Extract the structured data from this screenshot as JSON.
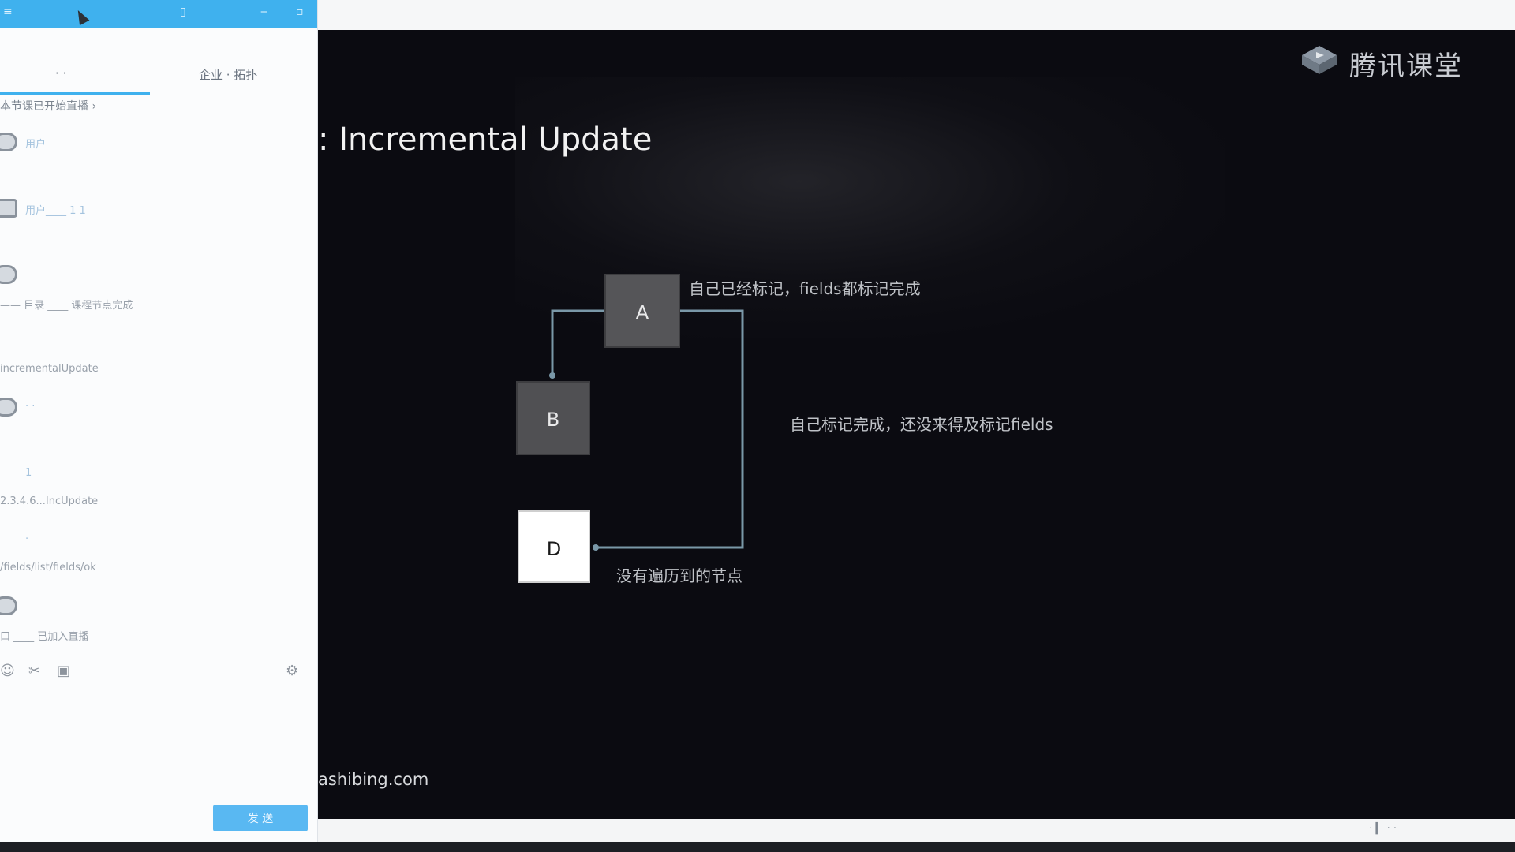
{
  "window": {
    "titlebar_glyphs": [
      "≡",
      "▯",
      "‒",
      "▫"
    ]
  },
  "sidebar": {
    "tabs": [
      "·  ·",
      "企业 · 拓扑"
    ],
    "notice": "本节课已开始直播 ›",
    "messages": [
      {
        "name": "用户",
        "text": ""
      },
      {
        "name": "用户____  1  1",
        "text": ""
      },
      {
        "name": "",
        "text": "—— 目录 ____ 课程节点完成"
      },
      {
        "name": "",
        "text": "incrementalUpdate"
      },
      {
        "name": "·  ·",
        "text": "—"
      },
      {
        "name": "1",
        "text": "2.3.4.6...IncUpdate"
      },
      {
        "name": "·",
        "text": "/fields/list/fields/ok"
      },
      {
        "name": "",
        "text": "口 ____  已加入直播"
      }
    ],
    "tools": [
      "smile-icon",
      "scissors-icon",
      "image-icon",
      "settings-icon"
    ],
    "send_label": "发 送"
  },
  "slide": {
    "logo_text": "腾讯课堂",
    "title": ": Incremental Update",
    "nodes": [
      {
        "id": "A",
        "label": "A",
        "fill": "#555558"
      },
      {
        "id": "B",
        "label": "B",
        "fill": "#505053"
      },
      {
        "id": "D",
        "label": "D",
        "fill": "#ffffff"
      }
    ],
    "annotations": {
      "a_note": "自己已经标记，fields都标记完成",
      "b_note": "自己标记完成，还没来得及标记fields",
      "d_note": "没有遍历到的节点"
    },
    "footer": "ashibing.com",
    "colors": {
      "background": "#0b0b11",
      "connector": "#7a98a8",
      "accent": "#3fb1ee"
    }
  },
  "bottom": {
    "status": "·   ▎   ·              ·"
  }
}
